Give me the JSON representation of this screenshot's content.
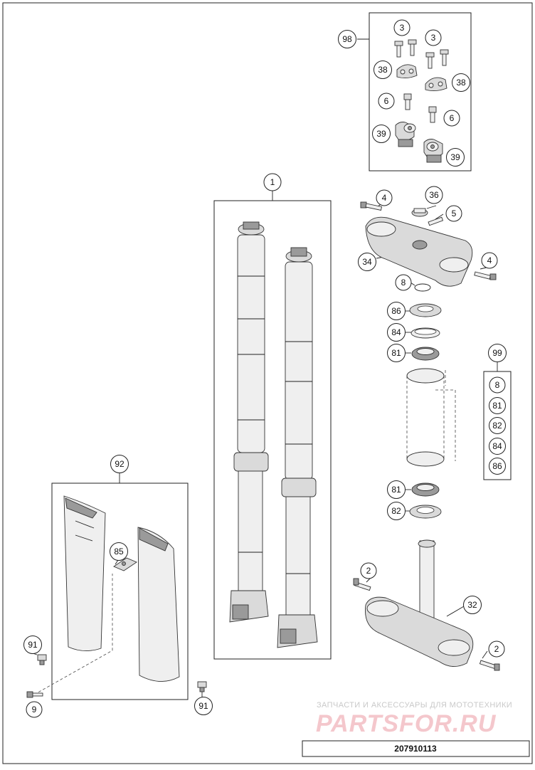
{
  "diagram": {
    "callouts": {
      "c98": "98",
      "c3a": "3",
      "c3b": "3",
      "c38a": "38",
      "c38b": "38",
      "c6a": "6",
      "c6b": "6",
      "c39a": "39",
      "c39b": "39",
      "c1": "1",
      "c4a": "4",
      "c36": "36",
      "c5": "5",
      "c34": "34",
      "c4b": "4",
      "c8a": "8",
      "c86a": "86",
      "c84a": "84",
      "c81a": "81",
      "c99": "99",
      "c8b": "8",
      "c81b": "81",
      "c82b": "82",
      "c84b": "84",
      "c86b": "86",
      "c81c": "81",
      "c82c": "82",
      "c2a": "2",
      "c32": "32",
      "c2b": "2",
      "c92": "92",
      "c85": "85",
      "c91a": "91",
      "c9": "9",
      "c91b": "91"
    },
    "watermark": {
      "subtitle": "ЗАПЧАСТИ И АКСЕССУАРЫ ДЛЯ МОТОТЕХНИКИ",
      "logo": "PARTSFOR.RU"
    },
    "drawing_number": "207910113"
  }
}
